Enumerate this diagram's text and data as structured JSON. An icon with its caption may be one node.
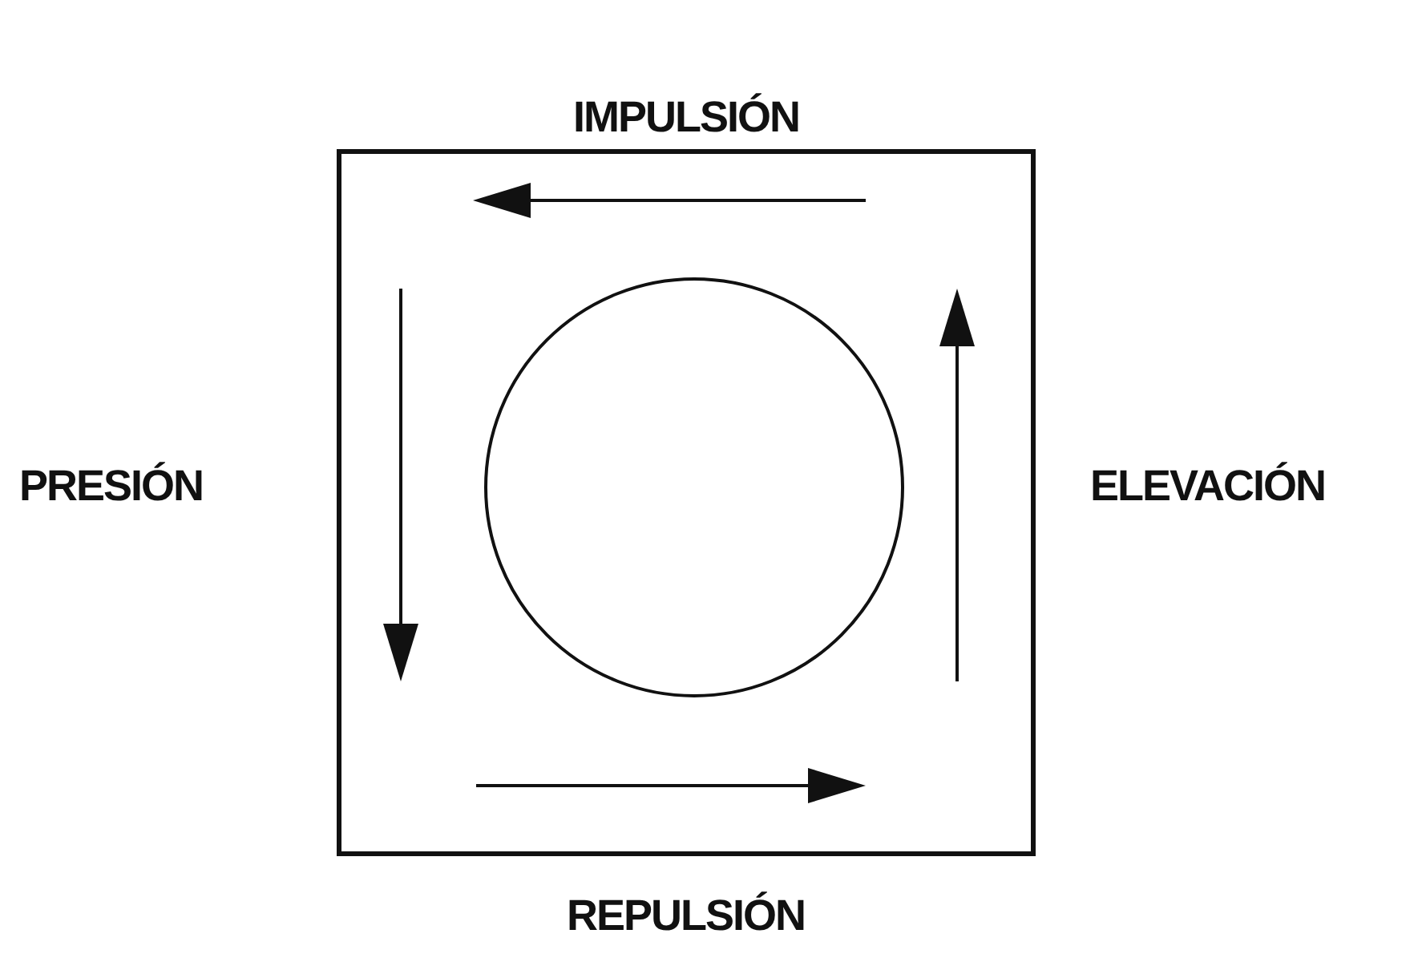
{
  "diagram": {
    "nodes": [
      {
        "text": [],
        "shape": "box"
      },
      {
        "text": [],
        "shape": "circle",
        "in": 0
      }
    ],
    "edges": [],
    "labels": [
      "IMPULSIÓN",
      "PRESIÓN",
      "ELEVACIÓN",
      "REPULSIÓN"
    ]
  }
}
